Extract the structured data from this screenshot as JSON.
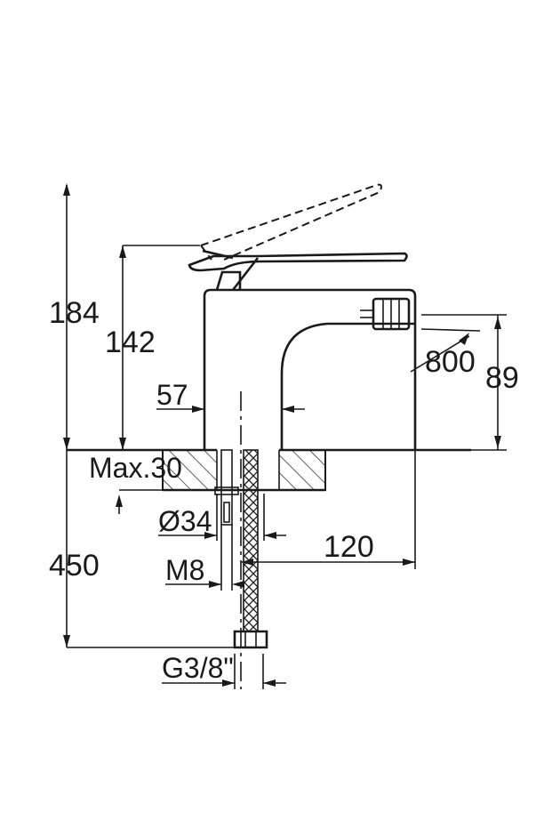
{
  "dimensions": {
    "overall_height": "184",
    "spout_height": "142",
    "body_offset": "57",
    "max_deck": "Max.30",
    "hole_diameter": "Ø34",
    "stud_thread": "M8",
    "hose_length": "450",
    "hose_thread": "G3/8\"",
    "reach": "120",
    "nozzle_height": "89",
    "nozzle_swivel": "800"
  }
}
